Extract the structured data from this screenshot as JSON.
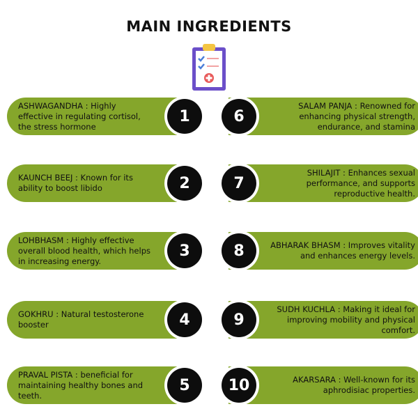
{
  "title": "MAIN INGREDIENTS",
  "icon": "clipboard-checklist-icon",
  "colors": {
    "pill": "#85a62b",
    "badge": "#0d0d0d",
    "badge_text": "#ffffff"
  },
  "ingredients": [
    {
      "number": "1",
      "text": "ASHWAGANDHA : Highly effective in regulating cortisol, the stress hormone"
    },
    {
      "number": "2",
      "text": "KAUNCH BEEJ : Known for its ability to boost libido"
    },
    {
      "number": "3",
      "text": "LOHBHASM : Highly effective overall blood health, which helps in increasing energy."
    },
    {
      "number": "4",
      "text": "GOKHRU : Natural testosterone booster"
    },
    {
      "number": "5",
      "text": "PRAVAL PISTA : beneficial for maintaining healthy bones and teeth."
    },
    {
      "number": "6",
      "text": "SALAM PANJA : Renowned for enhancing physical strength, endurance, and stamina"
    },
    {
      "number": "7",
      "text": "SHILAJIT : Enhances sexual performance, and supports reproductive health."
    },
    {
      "number": "8",
      "text": "ABHARAK BHASM : Improves vitality and enhances energy levels."
    },
    {
      "number": "9",
      "text": "SUDH KUCHLA : Making it ideal for improving mobility and physical comfort."
    },
    {
      "number": "10",
      "text": "AKARSARA : Well-known for its aphrodisiac properties."
    }
  ]
}
